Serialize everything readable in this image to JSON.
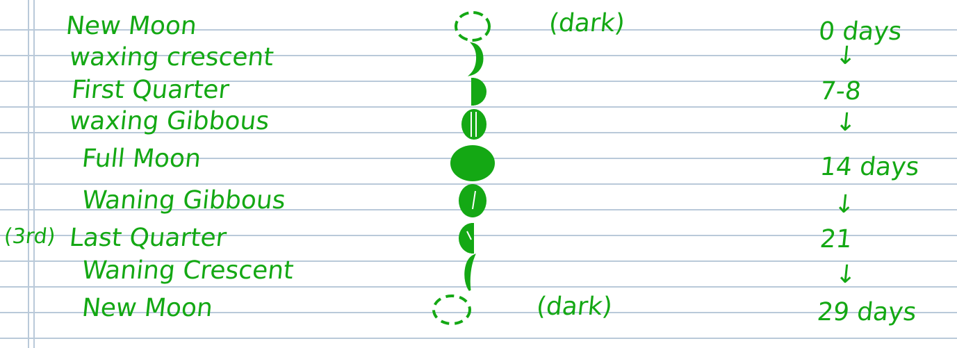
{
  "colors": {
    "ink": "#14a814",
    "rule_line": "#b9c9d9",
    "paper": "#ffffff"
  },
  "rows": [
    {
      "phase": "New Moon",
      "moon_icon": "new-moon-outline-icon",
      "note": "(dark)",
      "days": "0 days"
    },
    {
      "phase": "waxing crescent",
      "moon_icon": "waxing-crescent-icon",
      "days": "↓"
    },
    {
      "phase": "First Quarter",
      "moon_icon": "first-quarter-icon",
      "days": "7-8"
    },
    {
      "phase": "waxing Gibbous",
      "moon_icon": "waxing-gibbous-icon",
      "days": "↓"
    },
    {
      "phase": "Full Moon",
      "moon_icon": "full-moon-icon",
      "days": "14 days"
    },
    {
      "phase": "Waning Gibbous",
      "moon_icon": "waning-gibbous-icon",
      "days": "↓"
    },
    {
      "prefix": "(3rd)",
      "phase": "Last Quarter",
      "moon_icon": "last-quarter-icon",
      "days": "21"
    },
    {
      "phase": "Waning Crescent",
      "moon_icon": "waning-crescent-icon",
      "days": "↓"
    },
    {
      "phase": "New Moon",
      "moon_icon": "new-moon-outline-icon",
      "note": "(dark)",
      "days": "29 days"
    }
  ]
}
